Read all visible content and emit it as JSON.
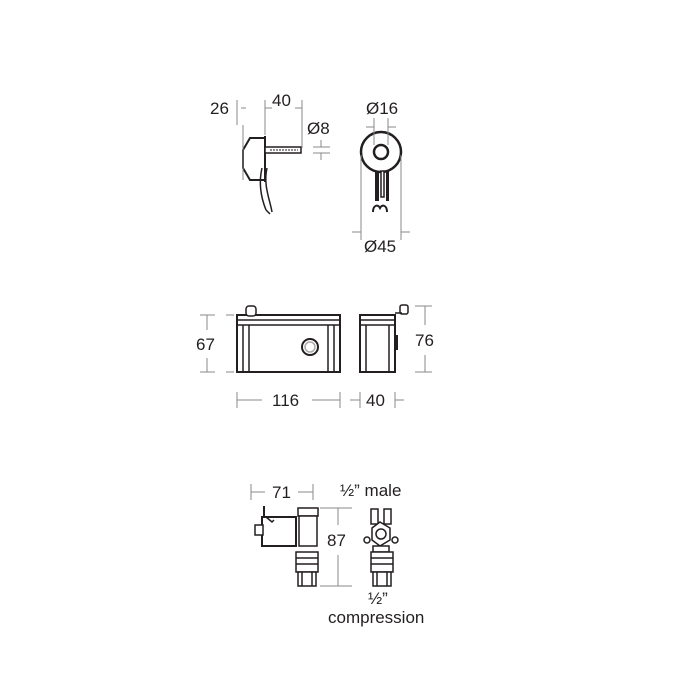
{
  "views": {
    "button_side": {
      "dims": {
        "depth": "26",
        "length": "40",
        "shaft_dia": "Ø8"
      }
    },
    "button_front": {
      "dims": {
        "inner_dia": "Ø16",
        "outer_dia": "Ø45"
      }
    },
    "box_front": {
      "dims": {
        "height": "67",
        "width": "116"
      }
    },
    "box_side": {
      "dims": {
        "height": "76",
        "depth": "40"
      }
    },
    "valve_side": {
      "dims": {
        "width": "71",
        "height": "87"
      }
    },
    "valve_front": {
      "notes": {
        "top": "½” male",
        "bottom_line1": "½”",
        "bottom_line2": "compression"
      }
    }
  },
  "colors": {
    "line": "#231f20",
    "dim_line": "#8a8a8a",
    "background": "#ffffff"
  }
}
